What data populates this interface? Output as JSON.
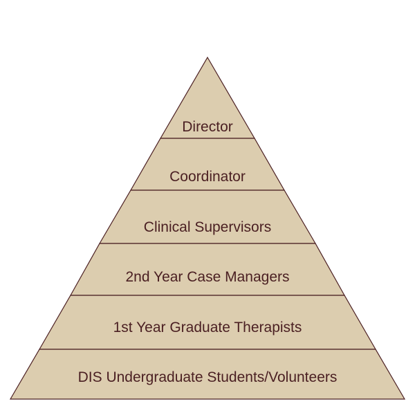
{
  "diagram": {
    "type": "pyramid",
    "colors": {
      "fill": "#dccdaf",
      "stroke": "#4a1f22",
      "text": "#4a1f22"
    },
    "tiers": [
      {
        "label": "Director"
      },
      {
        "label": "Coordinator"
      },
      {
        "label": "Clinical Supervisors"
      },
      {
        "label": "2nd Year Case Managers"
      },
      {
        "label": "1st Year Graduate Therapists"
      },
      {
        "label": "DIS Undergraduate Students/Volunteers"
      }
    ]
  }
}
